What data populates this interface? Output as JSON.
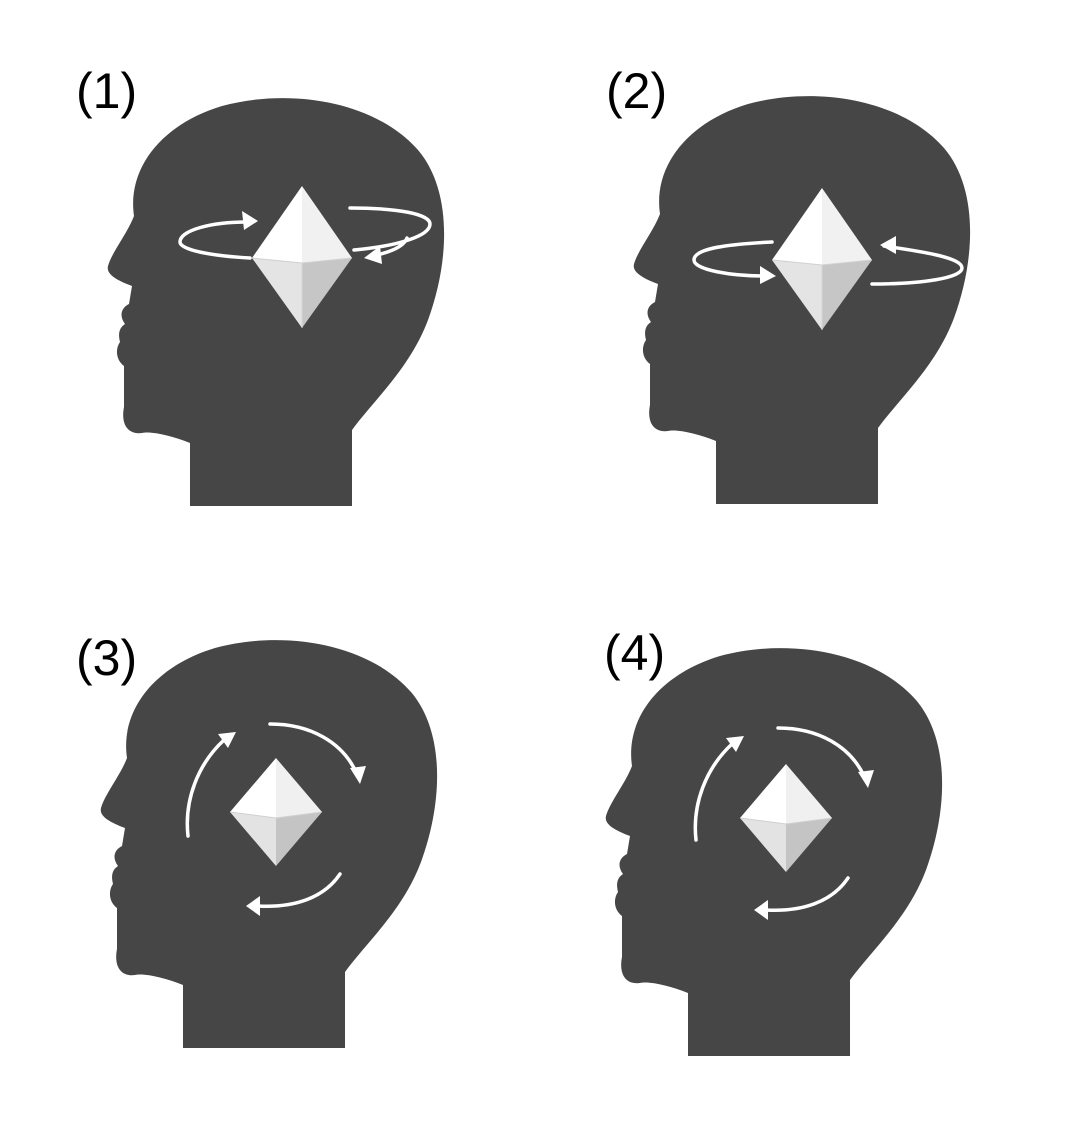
{
  "figure": {
    "colors": {
      "head": "#464646",
      "background": "#ffffff",
      "label": "#000000",
      "arrow": "#ffffff",
      "crystal_light": "#ffffff",
      "crystal_mid": "#e6e6e6",
      "crystal_shadow": "#c4c4c4"
    },
    "panels": [
      {
        "label": "(1)",
        "rotation": "horizontal-around-vertical-axis",
        "crystal": "elongated-octahedron"
      },
      {
        "label": "(2)",
        "rotation": "horizontal-around-vertical-axis",
        "crystal": "elongated-octahedron"
      },
      {
        "label": "(3)",
        "rotation": "clockwise-in-plane",
        "crystal": "small-octahedron"
      },
      {
        "label": "(4)",
        "rotation": "clockwise-in-plane",
        "crystal": "small-octahedron"
      }
    ]
  }
}
